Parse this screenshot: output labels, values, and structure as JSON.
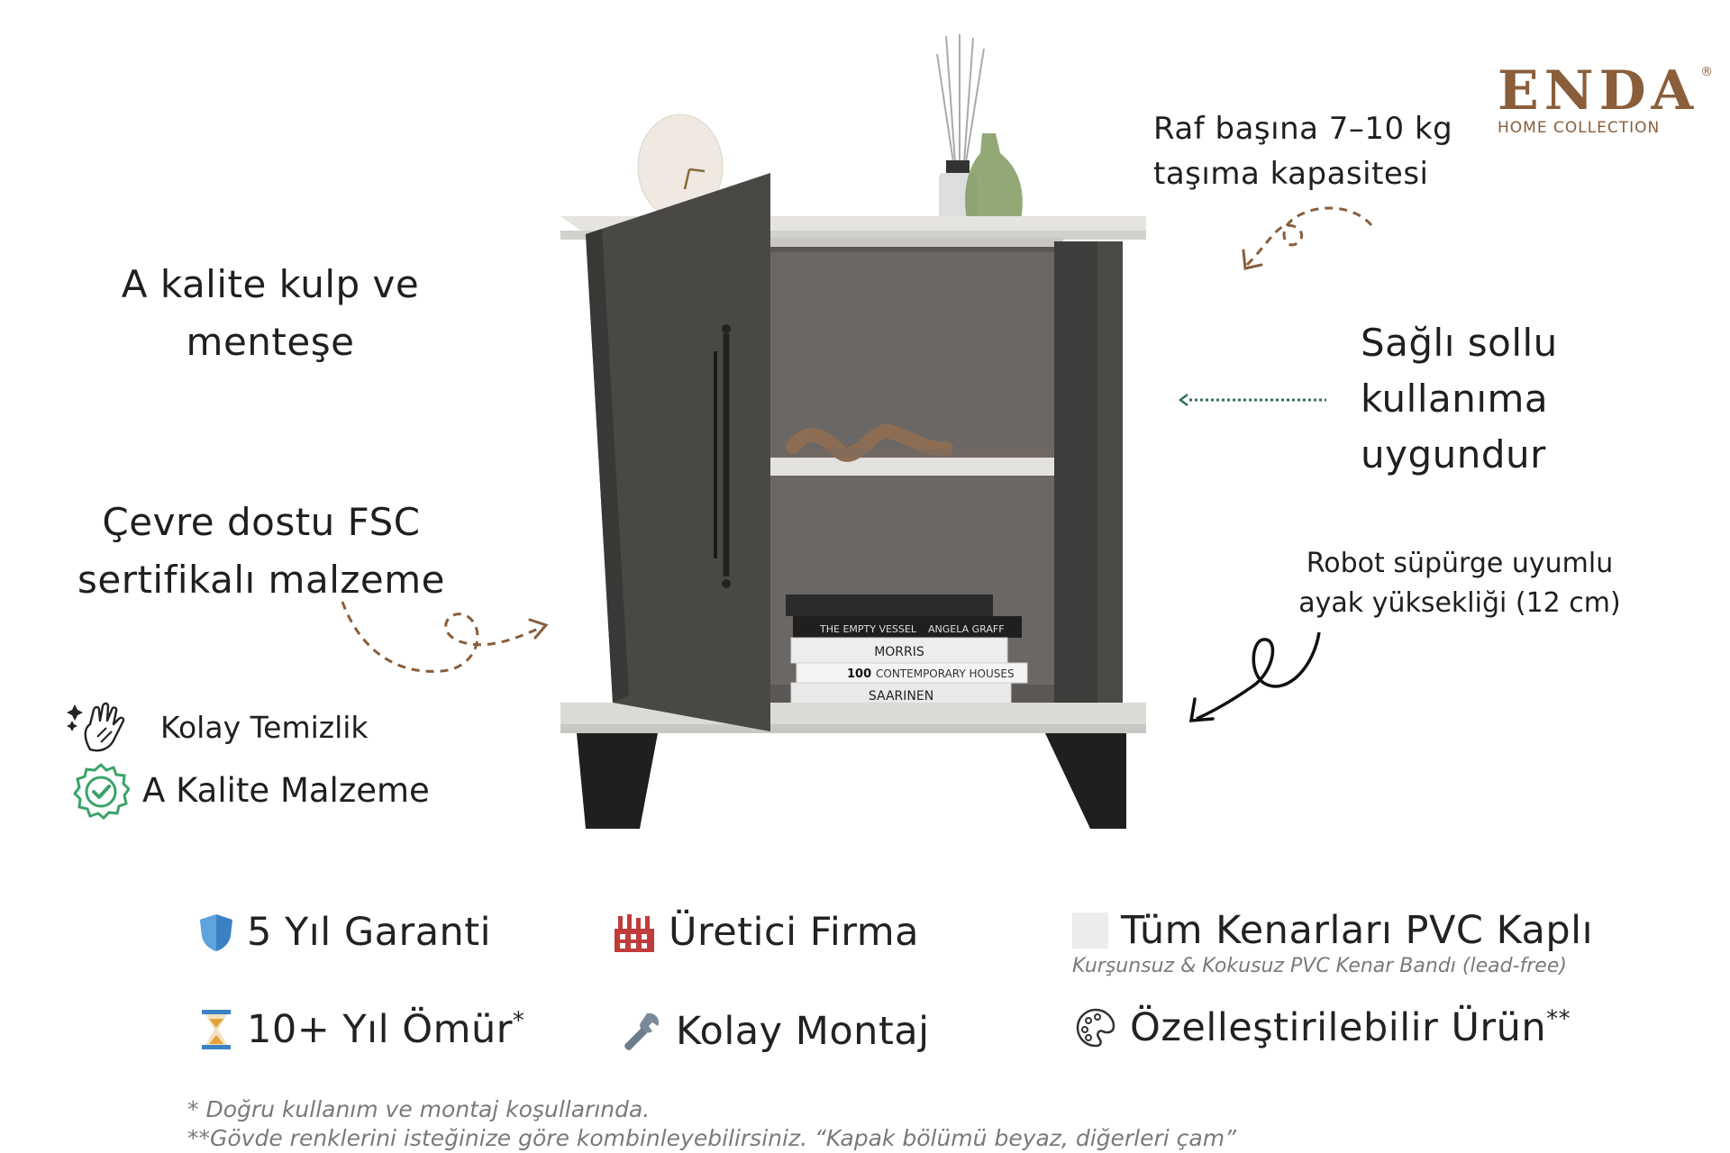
{
  "brand": {
    "name": "ENDA",
    "registered": "®",
    "subtitle": "HOME COLLECTION",
    "color": "#8a5e3a"
  },
  "features_left": {
    "handle": [
      "A kalite kulp ve",
      "menteşe"
    ],
    "fsc": [
      "Çevre dostu FSC",
      "sertifikalı malzeme"
    ],
    "cleaning": "Kolay Temizlik",
    "quality": "A Kalite Malzeme"
  },
  "features_right": {
    "capacity": [
      "Raf başına 7–10 kg",
      "taşıma kapasitesi"
    ],
    "sides": [
      "Sağlı sollu",
      "kullanıma",
      "uygundur"
    ],
    "robot": [
      "Robot süpürge uyumlu",
      "ayak yüksekliği (12 cm)"
    ]
  },
  "badges": {
    "warranty": "5 Yıl Garanti",
    "manufacturer": "Üretici Firma",
    "pvc": "Tüm Kenarları PVC Kaplı",
    "pvc_sub": "Kurşunsuz & Kokusuz PVC Kenar Bandı (lead-free)",
    "lifetime": "10+ Yıl Ömür",
    "lifetime_mark": "*",
    "assembly": "Kolay Montaj",
    "custom": "Özelleştirilebilir Ürün",
    "custom_mark": "**"
  },
  "footnotes": {
    "one": "* Doğru kullanım ve montaj koşullarında.",
    "two": "**Gövde renklerini isteğinize göre kombinleyebilirsiniz. “Kapak bölümü beyaz, diğerleri çam”"
  },
  "product_books": {
    "top": "MORRIS",
    "mid_num": "100",
    "mid": "CONTEMPORARY HOUSES",
    "bottom": "SAARINEN",
    "spine1": "THE EMPTY VESSEL",
    "spine2": "ANGELA GRAFF"
  },
  "colors": {
    "accent_arrow": "#8a5e3a",
    "teal_arrow": "#2f6f6a",
    "cabinet_dark": "#4a4845",
    "cabinet_light": "#e3e1de"
  },
  "icons": [
    "clean-hand-icon",
    "quality-check-icon",
    "shield-icon",
    "factory-icon",
    "square-icon",
    "hourglass-icon",
    "wrench-icon",
    "palette-icon"
  ]
}
